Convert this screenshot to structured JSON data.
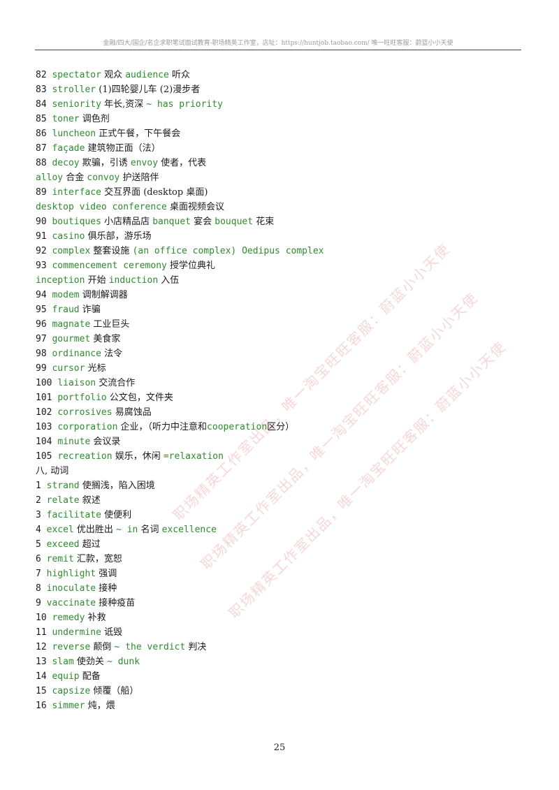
{
  "header": {
    "text": "金融/四大/国企/名企求职笔试面试教育-职场精英工作室，店址：https://huntjob.taobao.com/  唯一旺旺客服：蔚蓝小小天使"
  },
  "watermark": {
    "lines": [
      "职场精英工作室出品，唯一淘宝旺旺客服：蔚蓝小小天使",
      "职场精英工作室出品，唯一淘宝旺旺客服：蔚蓝小小天使",
      "职场精英工作室出品，唯一淘宝旺旺客服：蔚蓝小小天使"
    ]
  },
  "lines": [
    [
      {
        "t": "82 ",
        "c": "num"
      },
      {
        "t": "spectator",
        "c": "en"
      },
      {
        "t": " 观众 ",
        "c": "cn"
      },
      {
        "t": "audience",
        "c": "en"
      },
      {
        "t": " 听众",
        "c": "cn"
      }
    ],
    [
      {
        "t": "83 ",
        "c": "num"
      },
      {
        "t": "stroller",
        "c": "en"
      },
      {
        "t": " (1)四轮婴儿车 (2)漫步者",
        "c": "cn"
      }
    ],
    [
      {
        "t": "84 ",
        "c": "num"
      },
      {
        "t": "seniority",
        "c": "en"
      },
      {
        "t": " 年长,资深 ",
        "c": "cn"
      },
      {
        "t": "~ has priority",
        "c": "en"
      }
    ],
    [
      {
        "t": "85 ",
        "c": "num"
      },
      {
        "t": "toner",
        "c": "en"
      },
      {
        "t": " 调色剂",
        "c": "cn"
      }
    ],
    [
      {
        "t": "86 ",
        "c": "num"
      },
      {
        "t": "luncheon",
        "c": "en"
      },
      {
        "t": " 正式午餐，下午餐会",
        "c": "cn"
      }
    ],
    [
      {
        "t": "87 ",
        "c": "num"
      },
      {
        "t": "façade",
        "c": "en"
      },
      {
        "t": " 建筑物正面（法）",
        "c": "cn"
      }
    ],
    [
      {
        "t": "88 ",
        "c": "num"
      },
      {
        "t": "decoy",
        "c": "en"
      },
      {
        "t": " 欺骗，引诱 ",
        "c": "cn"
      },
      {
        "t": "envoy",
        "c": "en"
      },
      {
        "t": " 使者，代表",
        "c": "cn"
      }
    ],
    [
      {
        "t": "alloy",
        "c": "en"
      },
      {
        "t": " 合金 ",
        "c": "cn"
      },
      {
        "t": "convoy",
        "c": "en"
      },
      {
        "t": " 护送陪伴",
        "c": "cn"
      }
    ],
    [
      {
        "t": "89 ",
        "c": "num"
      },
      {
        "t": "interface",
        "c": "en"
      },
      {
        "t": " 交互界面 (desktop 桌面)",
        "c": "cn"
      }
    ],
    [
      {
        "t": "desktop video conference",
        "c": "en"
      },
      {
        "t": " 桌面视频会议",
        "c": "cn"
      }
    ],
    [
      {
        "t": "90 ",
        "c": "num"
      },
      {
        "t": "boutiques",
        "c": "en"
      },
      {
        "t": " 小店精品店 ",
        "c": "cn"
      },
      {
        "t": "banquet",
        "c": "en"
      },
      {
        "t": " 宴会 ",
        "c": "cn"
      },
      {
        "t": "bouquet",
        "c": "en"
      },
      {
        "t": " 花束",
        "c": "cn"
      }
    ],
    [
      {
        "t": "91 ",
        "c": "num"
      },
      {
        "t": "casino",
        "c": "en"
      },
      {
        "t": " 俱乐部，游乐场",
        "c": "cn"
      }
    ],
    [
      {
        "t": "92 ",
        "c": "num"
      },
      {
        "t": "complex",
        "c": "en"
      },
      {
        "t": " 整套设施 ",
        "c": "cn"
      },
      {
        "t": "(an office complex) Oedipus complex",
        "c": "en"
      }
    ],
    [
      {
        "t": "93 ",
        "c": "num"
      },
      {
        "t": "commencement ceremony",
        "c": "en"
      },
      {
        "t": " 授学位典礼",
        "c": "cn"
      }
    ],
    [
      {
        "t": "inception",
        "c": "en"
      },
      {
        "t": " 开始 ",
        "c": "cn"
      },
      {
        "t": "induction",
        "c": "en"
      },
      {
        "t": " 入伍",
        "c": "cn"
      }
    ],
    [
      {
        "t": "94 ",
        "c": "num"
      },
      {
        "t": "modem",
        "c": "en"
      },
      {
        "t": " 调制解调器",
        "c": "cn"
      }
    ],
    [
      {
        "t": "95 ",
        "c": "num"
      },
      {
        "t": "fraud",
        "c": "en"
      },
      {
        "t": " 诈骗",
        "c": "cn"
      }
    ],
    [
      {
        "t": "96 ",
        "c": "num"
      },
      {
        "t": "magnate",
        "c": "en"
      },
      {
        "t": " 工业巨头",
        "c": "cn"
      }
    ],
    [
      {
        "t": "97 ",
        "c": "num"
      },
      {
        "t": "gourmet",
        "c": "en"
      },
      {
        "t": " 美食家",
        "c": "cn"
      }
    ],
    [
      {
        "t": "98 ",
        "c": "num"
      },
      {
        "t": "ordinance",
        "c": "en"
      },
      {
        "t": " 法令",
        "c": "cn"
      }
    ],
    [
      {
        "t": "99 ",
        "c": "num"
      },
      {
        "t": "cursor",
        "c": "en"
      },
      {
        "t": " 光标",
        "c": "cn"
      }
    ],
    [
      {
        "t": "100 ",
        "c": "num"
      },
      {
        "t": "liaison",
        "c": "en"
      },
      {
        "t": " 交流合作",
        "c": "cn"
      }
    ],
    [
      {
        "t": "101 ",
        "c": "num"
      },
      {
        "t": "portfolio",
        "c": "en"
      },
      {
        "t": " 公文包，文件夹",
        "c": "cn"
      }
    ],
    [
      {
        "t": "102 ",
        "c": "num"
      },
      {
        "t": "corrosives",
        "c": "en"
      },
      {
        "t": " 易腐蚀品",
        "c": "cn"
      }
    ],
    [
      {
        "t": "103 ",
        "c": "num"
      },
      {
        "t": "corporation",
        "c": "en"
      },
      {
        "t": " 企业，（听力中注意和",
        "c": "cn"
      },
      {
        "t": "cooperation",
        "c": "en"
      },
      {
        "t": "区分）",
        "c": "cn"
      }
    ],
    [
      {
        "t": "104 ",
        "c": "num"
      },
      {
        "t": "minute",
        "c": "en"
      },
      {
        "t": " 会议录",
        "c": "cn"
      }
    ],
    [
      {
        "t": "105 ",
        "c": "num"
      },
      {
        "t": "recreation",
        "c": "en"
      },
      {
        "t": " 娱乐，休闲 ",
        "c": "cn"
      },
      {
        "t": "=relaxation",
        "c": "en"
      }
    ],
    [
      {
        "t": "八, 动词",
        "c": "cn"
      }
    ],
    [
      {
        "t": "1 ",
        "c": "num"
      },
      {
        "t": "strand",
        "c": "en"
      },
      {
        "t": " 使搁浅，陷入困境",
        "c": "cn"
      }
    ],
    [
      {
        "t": "2 ",
        "c": "num"
      },
      {
        "t": "relate",
        "c": "en"
      },
      {
        "t": " 叙述",
        "c": "cn"
      }
    ],
    [
      {
        "t": "3 ",
        "c": "num"
      },
      {
        "t": "facilitate",
        "c": "en"
      },
      {
        "t": " 使便利",
        "c": "cn"
      }
    ],
    [
      {
        "t": "4 ",
        "c": "num"
      },
      {
        "t": "excel",
        "c": "en"
      },
      {
        "t": " 优出胜出 ",
        "c": "cn"
      },
      {
        "t": "~ in",
        "c": "en"
      },
      {
        "t": " 名词 ",
        "c": "cn"
      },
      {
        "t": "excellence",
        "c": "en"
      }
    ],
    [
      {
        "t": "5 ",
        "c": "num"
      },
      {
        "t": "exceed",
        "c": "en"
      },
      {
        "t": " 超过",
        "c": "cn"
      }
    ],
    [
      {
        "t": "6 ",
        "c": "num"
      },
      {
        "t": "remit",
        "c": "en"
      },
      {
        "t": " 汇款，宽恕",
        "c": "cn"
      }
    ],
    [
      {
        "t": "7 ",
        "c": "num"
      },
      {
        "t": "highlight",
        "c": "en"
      },
      {
        "t": " 强调",
        "c": "cn"
      }
    ],
    [
      {
        "t": "8 ",
        "c": "num"
      },
      {
        "t": "inoculate",
        "c": "en"
      },
      {
        "t": " 接种",
        "c": "cn"
      }
    ],
    [
      {
        "t": "9 ",
        "c": "num"
      },
      {
        "t": "vaccinate",
        "c": "en"
      },
      {
        "t": " 接种疫苗",
        "c": "cn"
      }
    ],
    [
      {
        "t": "10 ",
        "c": "num"
      },
      {
        "t": "remedy",
        "c": "en"
      },
      {
        "t": " 补救",
        "c": "cn"
      }
    ],
    [
      {
        "t": "11 ",
        "c": "num"
      },
      {
        "t": "undermine",
        "c": "en"
      },
      {
        "t": " 诋毁",
        "c": "cn"
      }
    ],
    [
      {
        "t": "12 ",
        "c": "num"
      },
      {
        "t": "reverse",
        "c": "en"
      },
      {
        "t": " 颠倒 ",
        "c": "cn"
      },
      {
        "t": "~ the verdict",
        "c": "en"
      },
      {
        "t": " 判决",
        "c": "cn"
      }
    ],
    [
      {
        "t": "13 ",
        "c": "num"
      },
      {
        "t": "slam",
        "c": "en"
      },
      {
        "t": " 使劲关 ",
        "c": "cn"
      },
      {
        "t": "~ dunk",
        "c": "en"
      }
    ],
    [
      {
        "t": "14 ",
        "c": "num"
      },
      {
        "t": "equip",
        "c": "en"
      },
      {
        "t": " 配备",
        "c": "cn"
      }
    ],
    [
      {
        "t": "15 ",
        "c": "num"
      },
      {
        "t": "capsize",
        "c": "en"
      },
      {
        "t": " 倾覆（船）",
        "c": "cn"
      }
    ],
    [
      {
        "t": "16 ",
        "c": "num"
      },
      {
        "t": "simmer",
        "c": "en"
      },
      {
        "t": " 炖，煨",
        "c": "cn"
      }
    ]
  ],
  "page_number": "25"
}
